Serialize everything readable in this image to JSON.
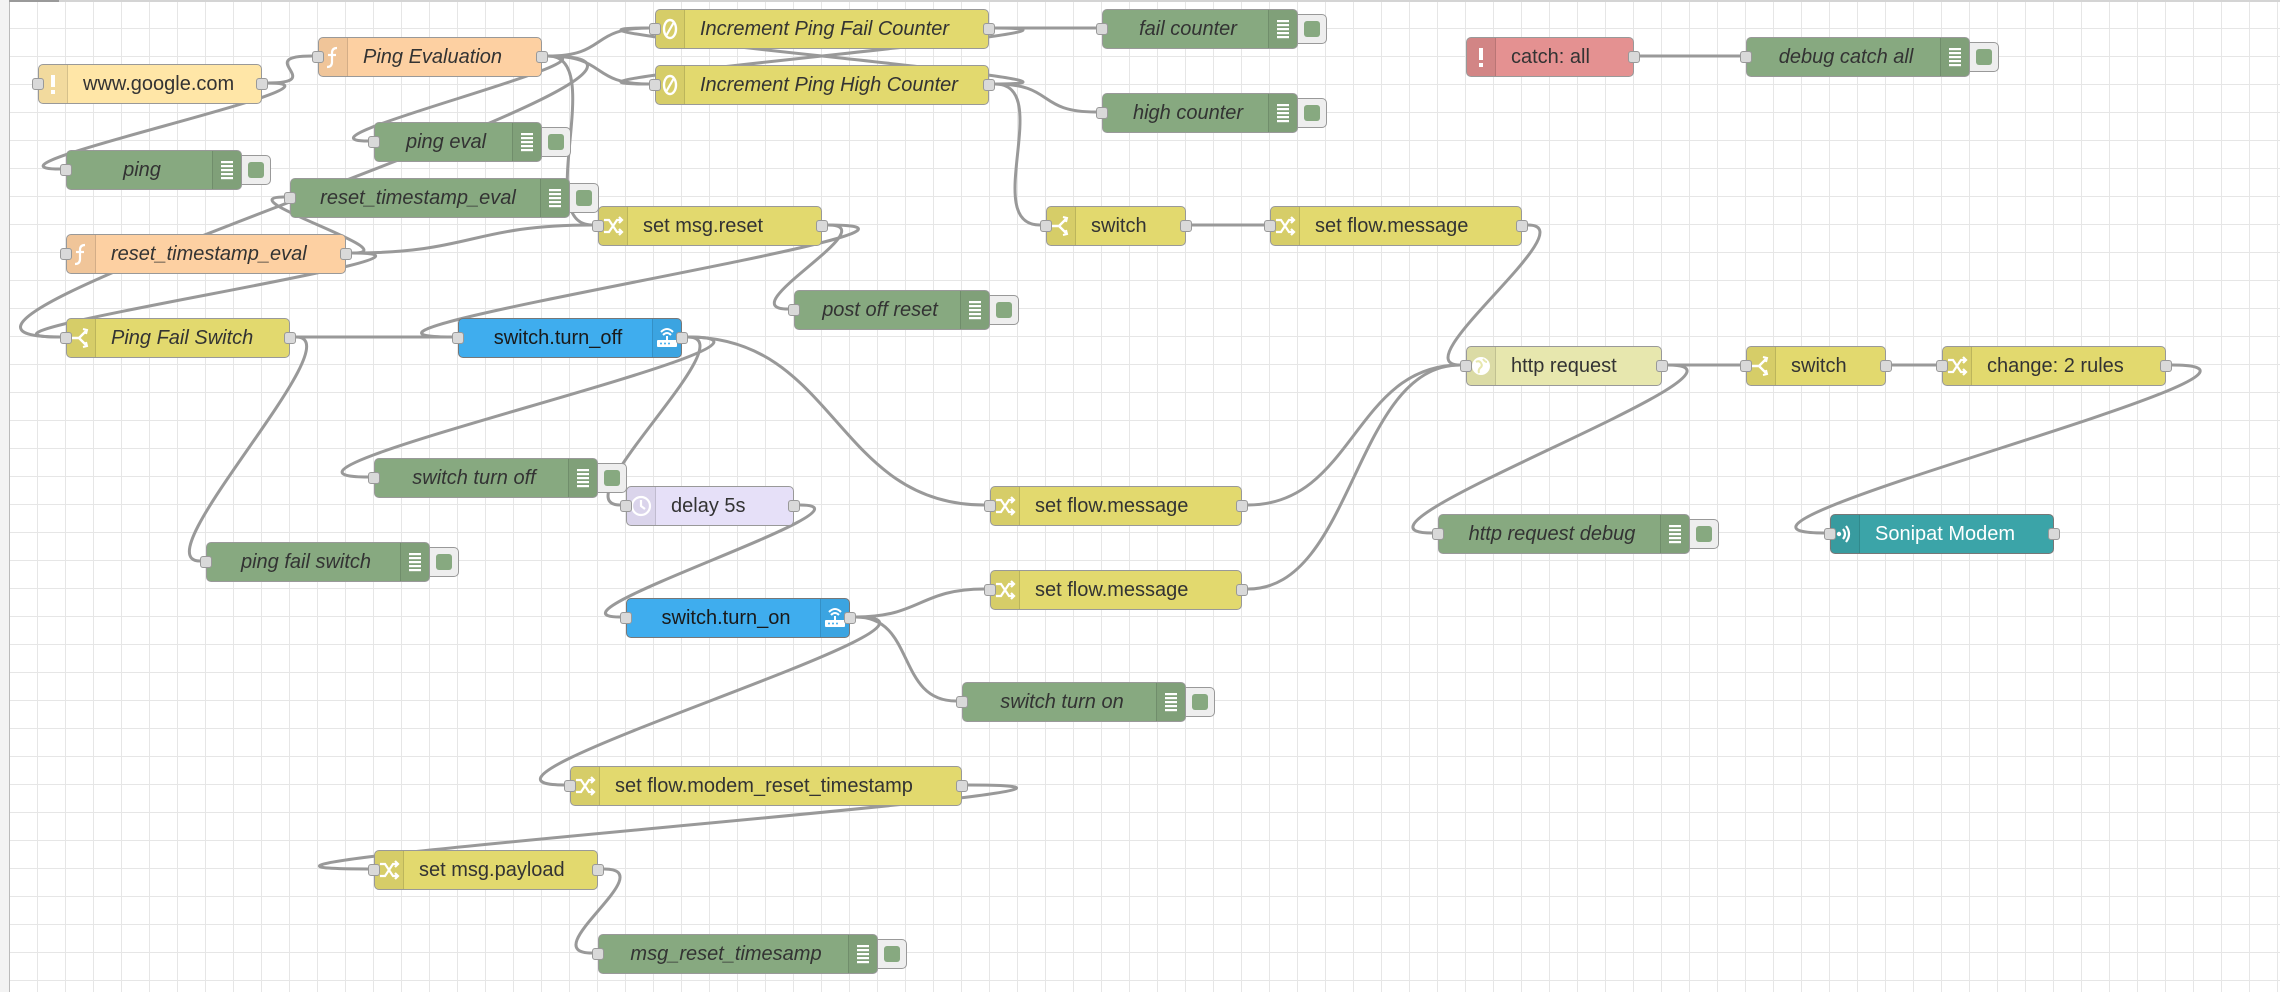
{
  "editor": {
    "name": "Node-RED flow editor"
  },
  "colors": {
    "debug": "#87a980",
    "function": "#fdd0a2",
    "change": "#e2d96e",
    "switch": "#e2d96e",
    "counter": "#e2d96e",
    "inject": "#ffe6a7",
    "catch": "#e49191",
    "http": "#e7e7ae",
    "delay": "#e6e0f8",
    "tplink": "#3fadee",
    "modem": "#3ba4a8",
    "wire": "#999999",
    "grid": "#e6e6e6"
  },
  "nodes": [
    {
      "id": "n_google",
      "type": "inject",
      "label": "www.google.com",
      "icon": "exclamation-icon",
      "italic": false
    },
    {
      "id": "n_pingeval_fn",
      "type": "function",
      "label": "Ping Evaluation",
      "icon": "function-icon",
      "italic": true
    },
    {
      "id": "n_ping",
      "type": "debug",
      "label": "ping",
      "icon": "debug-list-icon",
      "italic": true
    },
    {
      "id": "n_pingeval_dbg",
      "type": "debug",
      "label": "ping eval",
      "icon": "debug-list-icon",
      "italic": true
    },
    {
      "id": "n_inc_fail",
      "type": "counter",
      "label": "Increment Ping Fail Counter",
      "icon": "counter-icon",
      "italic": true
    },
    {
      "id": "n_inc_high",
      "type": "counter",
      "label": "Increment Ping High Counter",
      "icon": "counter-icon",
      "italic": true
    },
    {
      "id": "n_fail_counter",
      "type": "debug",
      "label": "fail counter",
      "icon": "debug-list-icon",
      "italic": true
    },
    {
      "id": "n_high_counter",
      "type": "debug",
      "label": "high counter",
      "icon": "debug-list-icon",
      "italic": true
    },
    {
      "id": "n_reset_ts_dbg",
      "type": "debug",
      "label": "reset_timestamp_eval",
      "icon": "debug-list-icon",
      "italic": true
    },
    {
      "id": "n_reset_ts_fn",
      "type": "function",
      "label": "reset_timestamp_eval",
      "icon": "function-icon",
      "italic": true
    },
    {
      "id": "n_set_msg_reset",
      "type": "change",
      "label": "set msg.reset",
      "icon": "shuffle-icon",
      "italic": false
    },
    {
      "id": "n_post_off",
      "type": "debug",
      "label": "post off reset",
      "icon": "debug-list-icon",
      "italic": true
    },
    {
      "id": "n_switch1",
      "type": "switch",
      "label": "switch",
      "icon": "split-icon",
      "italic": false
    },
    {
      "id": "n_set_flow1",
      "type": "change",
      "label": "set flow.message",
      "icon": "shuffle-icon",
      "italic": false
    },
    {
      "id": "n_catch",
      "type": "catch",
      "label": "catch: all",
      "icon": "exclamation-icon",
      "italic": false
    },
    {
      "id": "n_debug_catch",
      "type": "debug",
      "label": "debug catch all",
      "icon": "debug-list-icon",
      "italic": true
    },
    {
      "id": "n_pf_switch",
      "type": "switch",
      "label": "Ping Fail Switch",
      "icon": "split-icon",
      "italic": true
    },
    {
      "id": "n_turn_off",
      "type": "tplink",
      "label": "switch.turn_off",
      "icon": "router-icon",
      "italic": false
    },
    {
      "id": "n_http",
      "type": "http",
      "label": "http request",
      "icon": "globe-icon",
      "italic": false
    },
    {
      "id": "n_switch2",
      "type": "switch",
      "label": "switch",
      "icon": "split-icon",
      "italic": false
    },
    {
      "id": "n_change2",
      "type": "change",
      "label": "change: 2 rules",
      "icon": "shuffle-icon",
      "italic": false
    },
    {
      "id": "n_sw_off_dbg",
      "type": "debug",
      "label": "switch turn off",
      "icon": "debug-list-icon",
      "italic": true
    },
    {
      "id": "n_delay",
      "type": "delay",
      "label": "delay 5s",
      "icon": "clock-icon",
      "italic": false
    },
    {
      "id": "n_set_flow2",
      "type": "change",
      "label": "set flow.message",
      "icon": "shuffle-icon",
      "italic": false
    },
    {
      "id": "n_http_dbg",
      "type": "debug",
      "label": "http request debug",
      "icon": "debug-list-icon",
      "italic": true
    },
    {
      "id": "n_modem",
      "type": "modem",
      "label": "Sonipat Modem",
      "icon": "signal-icon",
      "italic": false
    },
    {
      "id": "n_pf_switch_dbg",
      "type": "debug",
      "label": "ping fail switch",
      "icon": "debug-list-icon",
      "italic": true
    },
    {
      "id": "n_turn_on",
      "type": "tplink",
      "label": "switch.turn_on",
      "icon": "router-icon",
      "italic": false
    },
    {
      "id": "n_set_flow3",
      "type": "change",
      "label": "set flow.message",
      "icon": "shuffle-icon",
      "italic": false
    },
    {
      "id": "n_sw_on_dbg",
      "type": "debug",
      "label": "switch turn on",
      "icon": "debug-list-icon",
      "italic": true
    },
    {
      "id": "n_set_flow_modem",
      "type": "change",
      "label": "set flow.modem_reset_timestamp",
      "icon": "shuffle-icon",
      "italic": false
    },
    {
      "id": "n_set_payload",
      "type": "change",
      "label": "set msg.payload",
      "icon": "shuffle-icon",
      "italic": false
    },
    {
      "id": "n_msg_reset_dbg",
      "type": "debug",
      "label": "msg_reset_timesamp",
      "icon": "debug-list-icon",
      "italic": true
    }
  ]
}
